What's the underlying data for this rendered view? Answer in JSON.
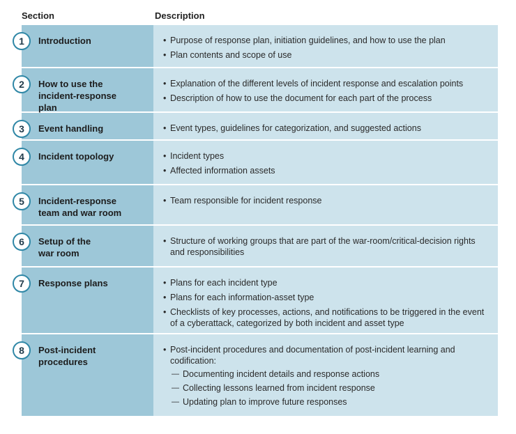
{
  "header": {
    "section_label": "Section",
    "description_label": "Description"
  },
  "rows": [
    {
      "number": "1",
      "section": "Introduction",
      "items": [
        {
          "text": "Purpose of response plan, initiation guidelines, and how to use the plan",
          "style": "bullet"
        },
        {
          "text": "Plan contents and scope of use",
          "style": "bullet"
        }
      ]
    },
    {
      "number": "2",
      "section": "How to use the incident-response plan",
      "items": [
        {
          "text": "Explanation of the different levels of incident response and escalation points",
          "style": "bullet"
        },
        {
          "text": "Description of how to use the document for each part of the process",
          "style": "bullet"
        }
      ]
    },
    {
      "number": "3",
      "section": "Event handling",
      "items": [
        {
          "text": "Event types, guidelines for categorization, and suggested actions",
          "style": "bullet"
        }
      ]
    },
    {
      "number": "4",
      "section": "Incident topology",
      "items": [
        {
          "text": "Incident types",
          "style": "bullet"
        },
        {
          "text": "Affected information assets",
          "style": "bullet"
        }
      ]
    },
    {
      "number": "5",
      "section": "Incident-response team and war room",
      "items": [
        {
          "text": "Team responsible for incident response",
          "style": "bullet"
        }
      ]
    },
    {
      "number": "6",
      "section": "Setup of the war room",
      "items": [
        {
          "text": "Structure of working groups that are part of the war-room/critical-decision rights and responsibilities",
          "style": "bullet"
        }
      ]
    },
    {
      "number": "7",
      "section": "Response plans",
      "items": [
        {
          "text": "Plans for each incident type",
          "style": "bullet"
        },
        {
          "text": "Plans for each information-asset type",
          "style": "bullet"
        },
        {
          "text": "Checklists of key processes, actions, and notifications to be triggered in the event of a cyberattack, categorized by both incident and asset type",
          "style": "bullet"
        }
      ]
    },
    {
      "number": "8",
      "section": "Post-incident procedures",
      "items": [
        {
          "text": "Post-incident procedures and documentation of post-incident learning and codification:",
          "style": "bullet"
        },
        {
          "text": "Documenting incident details and response actions",
          "style": "dash"
        },
        {
          "text": "Collecting lessons learned from incident response",
          "style": "dash"
        },
        {
          "text": "Updating plan to improve future responses",
          "style": "dash"
        }
      ]
    }
  ]
}
